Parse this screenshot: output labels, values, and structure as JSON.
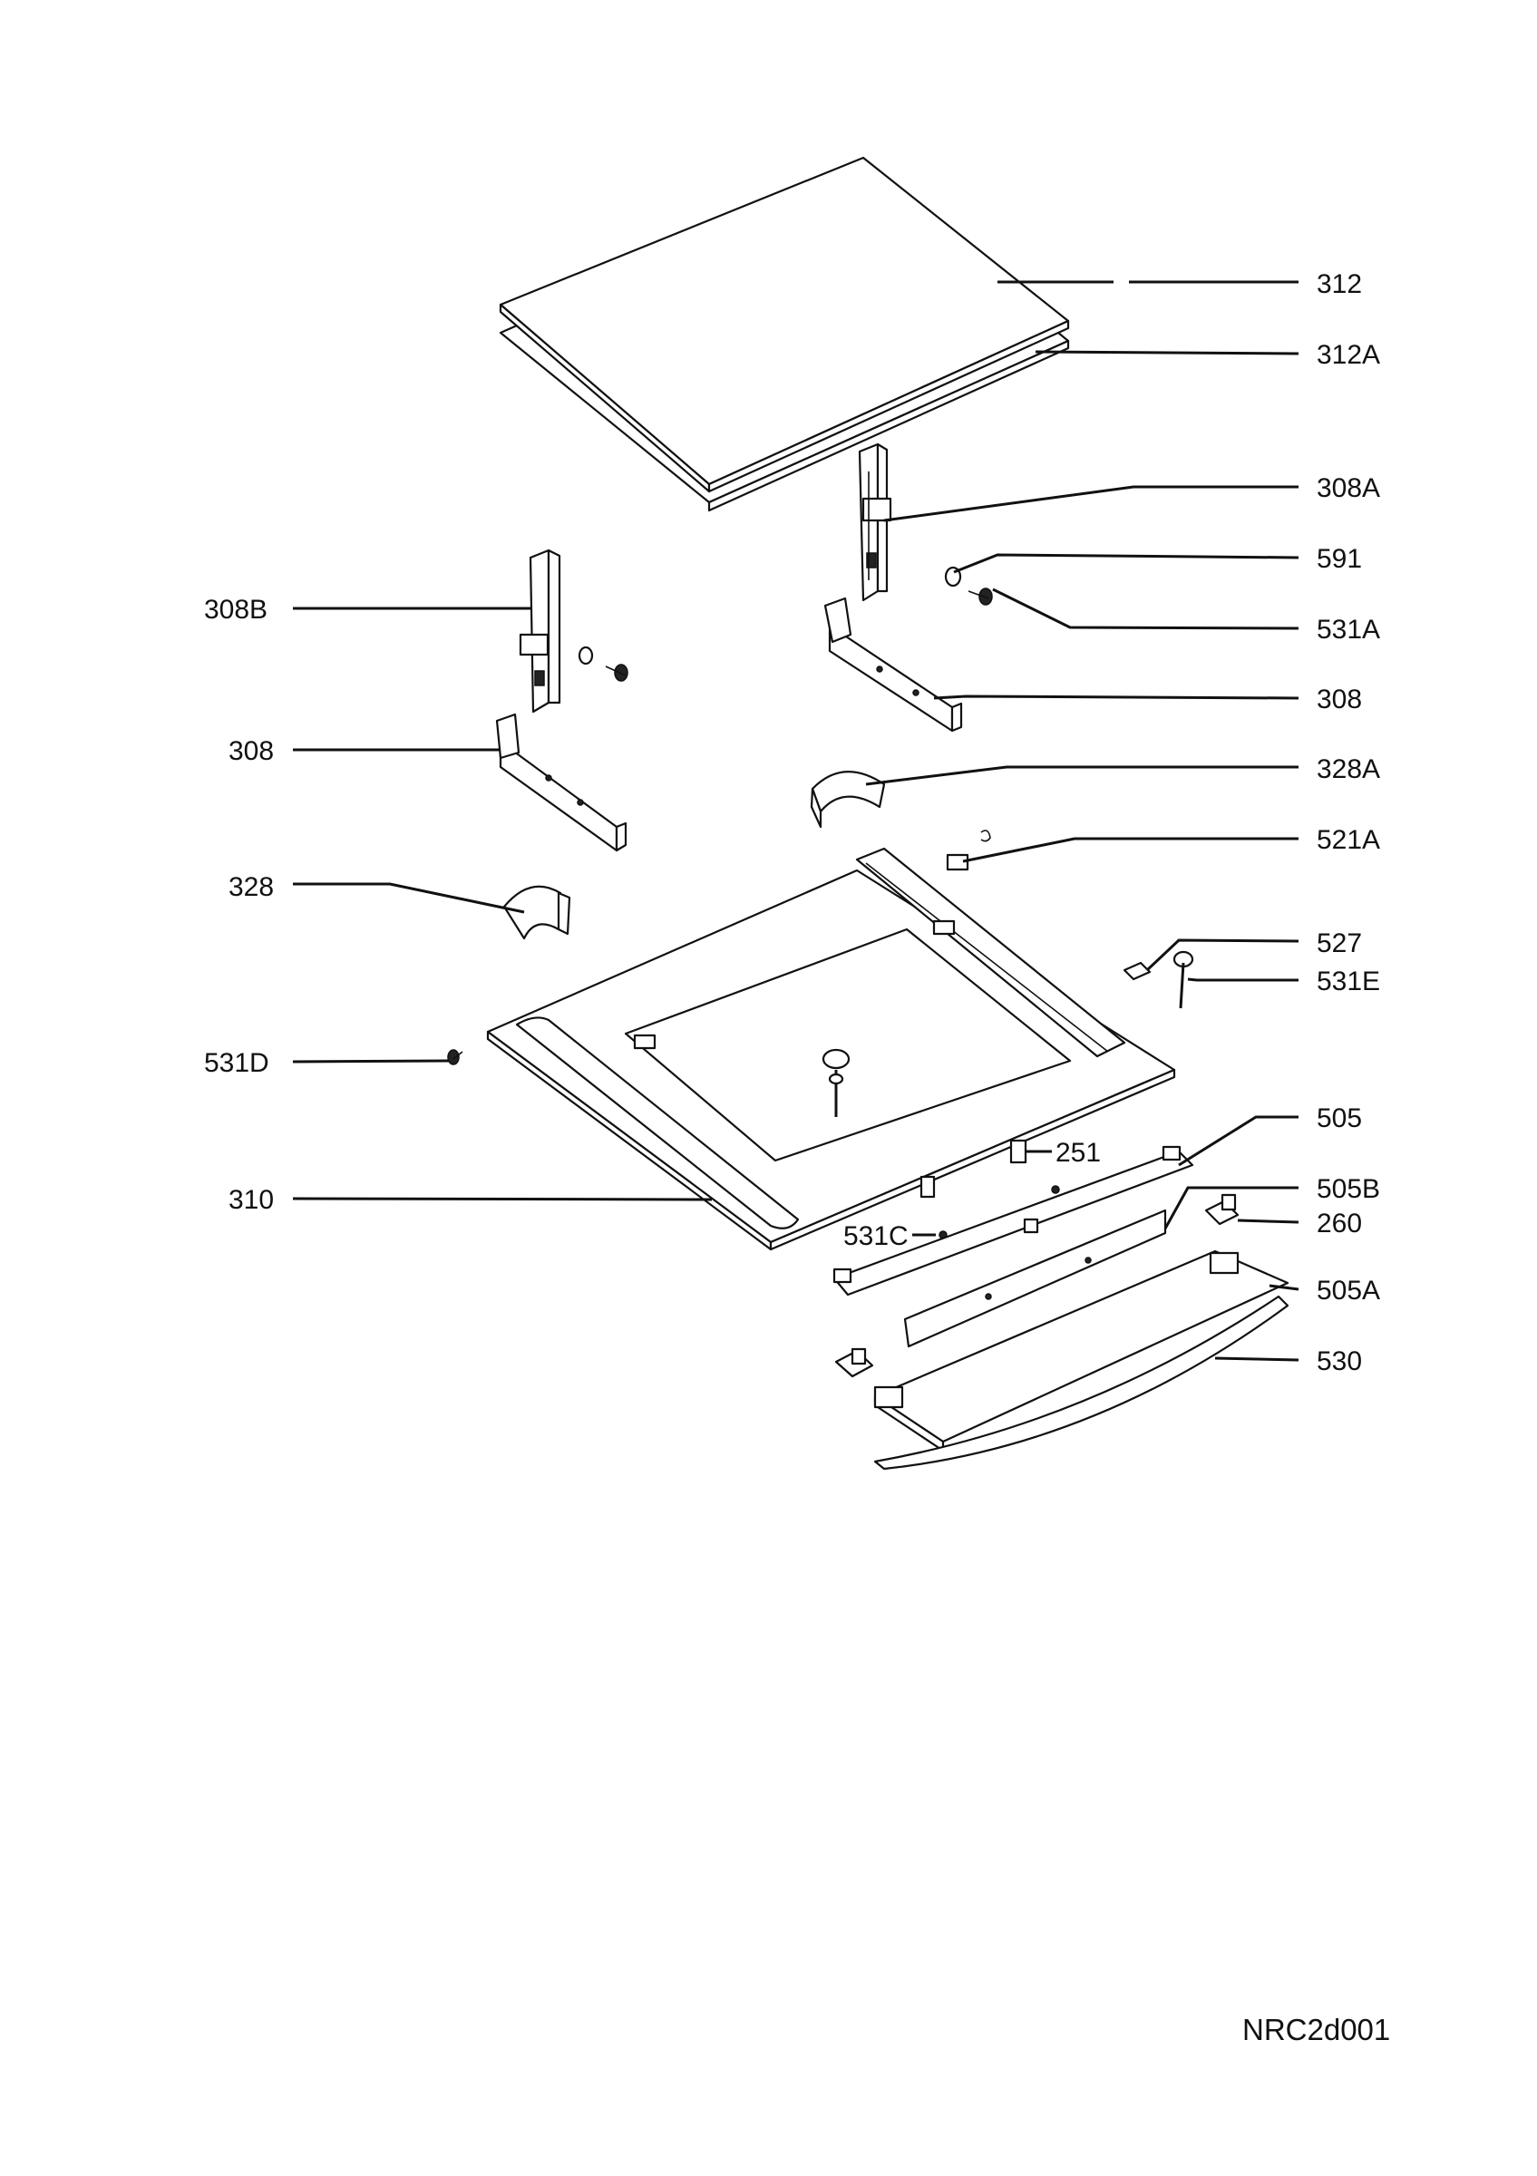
{
  "diagram": {
    "labels": {
      "l312": "312",
      "l312A": "312A",
      "l308A": "308A",
      "l591": "591",
      "l531A": "531A",
      "l308B": "308B",
      "l308_right": "308",
      "l308_left": "308",
      "l328A": "328A",
      "l521A": "521A",
      "l328": "328",
      "l527": "527",
      "l531E": "531E",
      "l531D": "531D",
      "l505": "505",
      "l251": "251",
      "l310": "310",
      "l505B": "505B",
      "l531C": "531C",
      "l260": "260",
      "l505A": "505A",
      "l530": "530"
    },
    "drawing_code": "NRC2d001"
  }
}
